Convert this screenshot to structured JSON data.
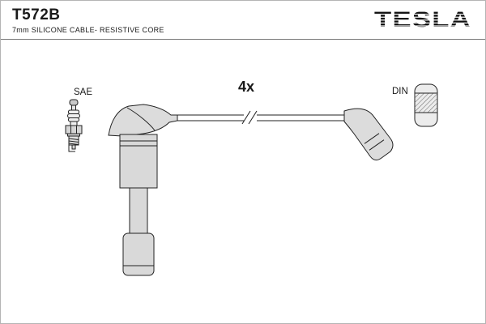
{
  "header": {
    "part_number": "T572B",
    "subtitle": "7mm SILICONE CABLE- RESISTIVE CORE",
    "brand": "TESLA"
  },
  "diagram": {
    "quantity_label": "4x",
    "sae_label": "SAE",
    "din_label": "DIN"
  },
  "colors": {
    "ink": "#1a1a1a",
    "fill_light": "#dcdcdc",
    "fill_lighter": "#ececec",
    "background": "#ffffff",
    "border": "#b5b5b5"
  }
}
